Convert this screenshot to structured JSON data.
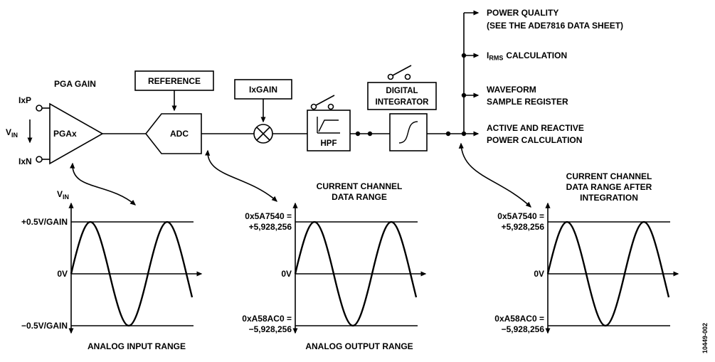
{
  "diagram": {
    "inputs": {
      "ixp": "IxP",
      "ixn": "IxN",
      "vin_main": "V",
      "vin_sub": "IN"
    },
    "pga": {
      "gain_label": "PGA GAIN",
      "label": "PGAx"
    },
    "reference_label": "REFERENCE",
    "adc_label": "ADC",
    "ixgain_label": "IxGAIN",
    "hpf_label": "HPF",
    "integrator_label1": "DIGITAL",
    "integrator_label2": "INTEGRATOR",
    "outputs": {
      "power_quality_1": "POWER QUALITY",
      "power_quality_2": "(SEE THE ADE7816 DATA SHEET)",
      "irms_main": "I",
      "irms_sub": "RMS",
      "irms_rest": "CALCULATION",
      "waveform_1": "WAVEFORM",
      "waveform_2": "SAMPLE REGISTER",
      "active_reactive_1": "ACTIVE AND REACTIVE",
      "active_reactive_2": "POWER CALCULATION"
    }
  },
  "plots": [
    {
      "axis_v": "V",
      "axis_sub": "IN",
      "top": "+0.5V/GAIN",
      "zero": "0V",
      "bottom": "−0.5V/GAIN",
      "caption": "ANALOG INPUT RANGE"
    },
    {
      "title1": "CURRENT CHANNEL",
      "title2": "DATA RANGE",
      "top1": "0x5A7540 =",
      "top2": "+5,928,256",
      "zero": "0V",
      "bottom1": "0xA58AC0 =",
      "bottom2": "−5,928,256",
      "caption": "ANALOG OUTPUT RANGE"
    },
    {
      "title1": "CURRENT CHANNEL",
      "title2": "DATA RANGE AFTER",
      "title3": "INTEGRATION",
      "top1": "0x5A7540 =",
      "top2": "+5,928,256",
      "zero": "0V",
      "bottom1": "0xA58AC0 =",
      "bottom2": "−5,928,256"
    }
  ],
  "watermark": "10449-002"
}
